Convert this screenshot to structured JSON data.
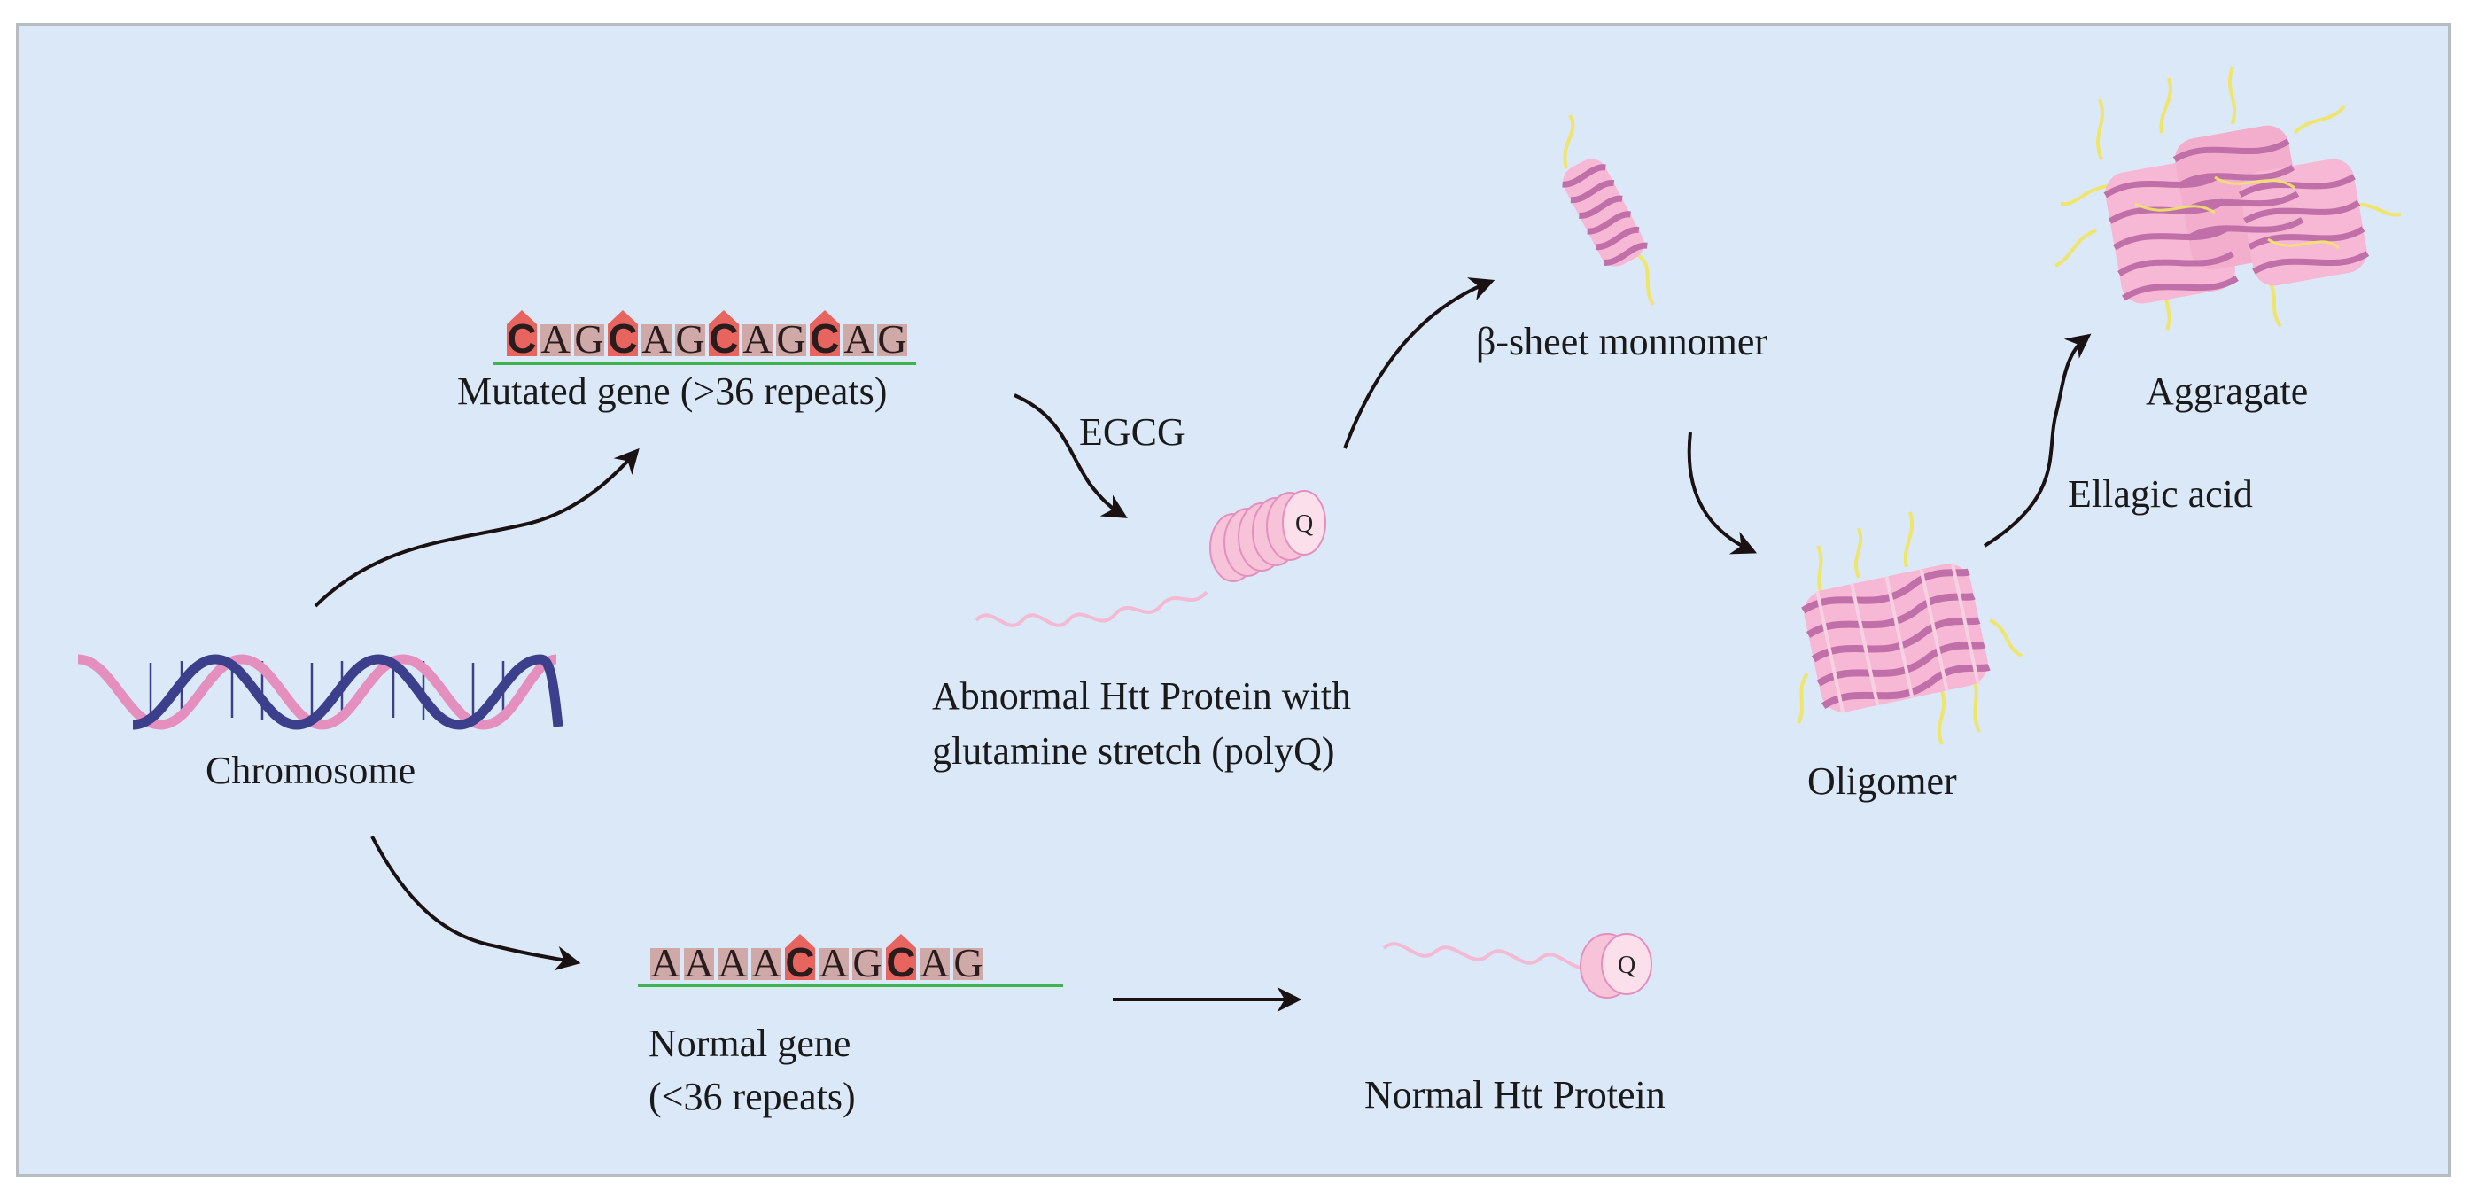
{
  "labels": {
    "chromosome": "Chromosome",
    "mutated_gene": "Mutated gene (>36 repeats)",
    "mutated_sequence": [
      "C",
      "A",
      "G",
      "C",
      "A",
      "G",
      "C",
      "A",
      "G",
      "C",
      "A",
      "G"
    ],
    "normal_gene_line1": "Normal gene",
    "normal_gene_line2": "(<36 repeats)",
    "normal_sequence": [
      "A",
      "A",
      "A",
      "A",
      "C",
      "A",
      "G",
      "C",
      "A",
      "G"
    ],
    "egcg": "EGCG",
    "abnormal_protein_line1": "Abnormal Htt Protein with",
    "abnormal_protein_line2": "glutamine stretch (polyQ)",
    "normal_protein": "Normal Htt Protein",
    "q_marker": "Q",
    "beta_sheet": "β-sheet monnomer",
    "oligomer": "Oligomer",
    "ellagic_acid": "Ellagic acid",
    "aggregate": "Aggragate"
  },
  "colors": {
    "background": "#dbe8f8",
    "border": "#b7bcc3",
    "dna_pink": "#e48fbe",
    "dna_navy": "#3b3f8c",
    "c_box": "#e8655f",
    "other_box": "#cfa8a8",
    "underline": "#3fb34f",
    "protein_pink": "#f4b9d3",
    "fibril_magenta": "#c06fa8",
    "fibril_yellow": "#efe56a",
    "arrow": "#1a1212"
  }
}
